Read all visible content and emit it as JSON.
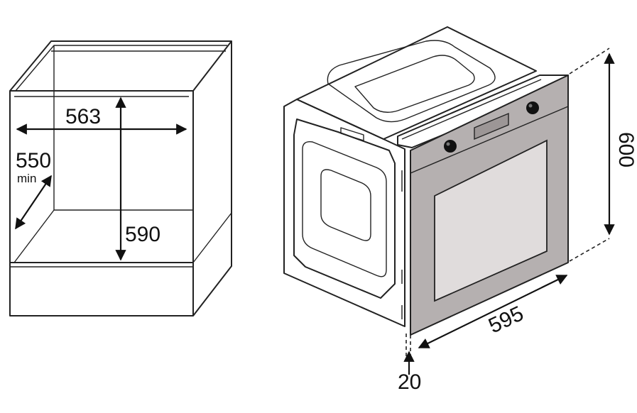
{
  "cabinet": {
    "width_label": "563",
    "depth_label": "550",
    "depth_note": "min",
    "height_label": "590"
  },
  "oven": {
    "height_label": "600",
    "width_label": "595",
    "offset_label": "20"
  },
  "colors": {
    "panel": "#b5b0b0",
    "window": "#e0dcdc",
    "line": "#222222",
    "knob": "#111111"
  }
}
